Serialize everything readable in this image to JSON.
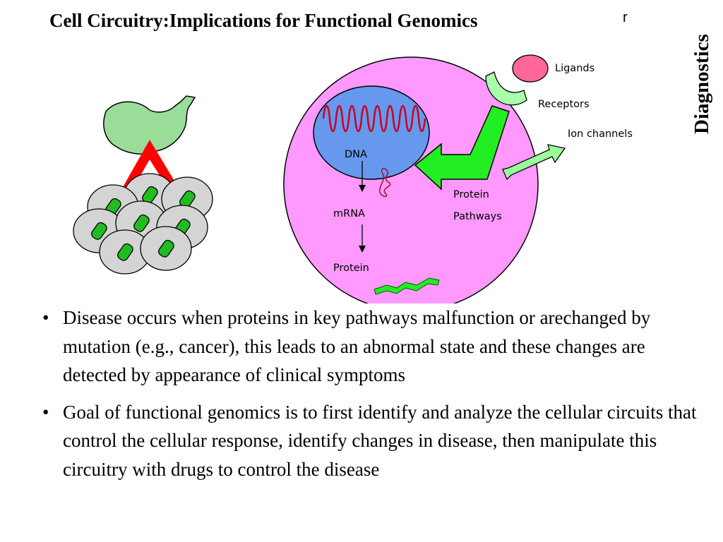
{
  "slide": {
    "title": "Cell Circuitry:Implications for Functional Genomics",
    "stray_mark": "r",
    "side_label": "Diagnostics"
  },
  "diagram": {
    "labels": {
      "ligands": "Ligands",
      "receptors": "Receptors",
      "ion_channels": "Ion channels",
      "dna": "DNA",
      "mrna": "mRNA",
      "protein": "Protein",
      "protein_pathways_line1": "Protein",
      "protein_pathways_line2": "Pathways"
    },
    "colors": {
      "cell": "#ff99ff",
      "nucleus": "#6699ee",
      "ligand": "#ff6699",
      "receptor": "#aaffaa",
      "pathway_arrow": "#22ee22",
      "ion_channel": "#99ff99",
      "dna_strand": "#cc0022",
      "organ": "#99dd99",
      "tissue_cell": "#d4d4d4",
      "tissue_nucleus": "#22bb22",
      "red_connector": "#ff0000"
    }
  },
  "bullets": [
    "Disease occurs when proteins in key pathways malfunction or arechanged by mutation (e.g., cancer),  this leads to an abnormal state and these changes are detected by appearance of clinical symptoms",
    "Goal of functional genomics is to first identify and analyze the cellular circuits that control the cellular response, identify changes in disease, then manipulate this circuitry with drugs to control the disease"
  ],
  "bullet_marker": "•"
}
